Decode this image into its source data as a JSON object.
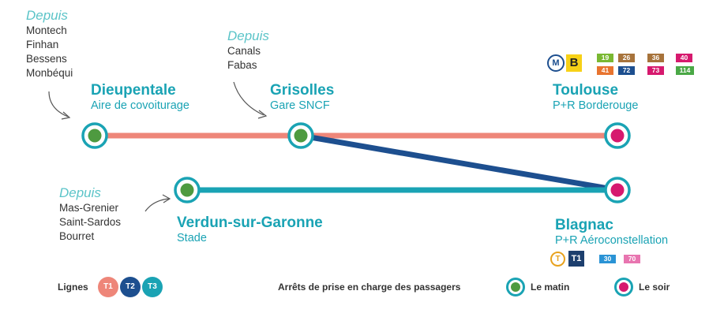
{
  "origins": [
    {
      "label": "Depuis",
      "places": [
        "Montech",
        "Finhan",
        "Bessens",
        "Monbéqui"
      ]
    },
    {
      "label": "Depuis",
      "places": [
        "Canals",
        "Fabas"
      ]
    },
    {
      "label": "Depuis",
      "places": [
        "Mas-Grenier",
        "Saint-Sardos",
        "Bourret"
      ]
    }
  ],
  "stops": {
    "dieupentale": {
      "name": "Dieupentale",
      "sub": "Aire de covoiturage"
    },
    "grisolles": {
      "name": "Grisolles",
      "sub": "Gare SNCF"
    },
    "toulouse": {
      "name": "Toulouse",
      "sub": "P+R Borderouge"
    },
    "verdun": {
      "name": "Verdun-sur-Garonne",
      "sub": "Stade"
    },
    "blagnac": {
      "name": "Blagnac",
      "sub": "P+R Aéroconstellation"
    }
  },
  "toulouse_connections": {
    "metro": "M",
    "metro_line": "B",
    "bus_lines": [
      {
        "num": "19",
        "color": "#7ab832"
      },
      {
        "num": "26",
        "color": "#a7733b"
      },
      {
        "num": "36",
        "color": "#a7733b"
      },
      {
        "num": "40",
        "color": "#d6196e"
      },
      {
        "num": "41",
        "color": "#e8742f"
      },
      {
        "num": "72",
        "color": "#1d4f8f"
      },
      {
        "num": "73",
        "color": "#d6196e"
      },
      {
        "num": "114",
        "color": "#4aa846"
      }
    ]
  },
  "blagnac_connections": {
    "tram": "T",
    "tram_line": "T1",
    "bus_lines": [
      {
        "num": "30",
        "color": "#2a93d5"
      },
      {
        "num": "70",
        "color": "#e875b0"
      }
    ]
  },
  "legend": {
    "lines_label": "Lignes",
    "lines": [
      {
        "code": "T1",
        "color": "#ee8679"
      },
      {
        "code": "T2",
        "color": "#1d4f8f"
      },
      {
        "code": "T3",
        "color": "#1aa3b4"
      }
    ],
    "stops_label": "Arrêts de prise en charge des passagers",
    "morning": "Le matin",
    "evening": "Le soir"
  },
  "colors": {
    "line_t1": "#ee8679",
    "line_t2": "#1d4f8f",
    "line_t3": "#1aa3b4",
    "morning": "#4e9a40",
    "evening": "#d6196e",
    "stop_ring": "#1aa3b4"
  }
}
